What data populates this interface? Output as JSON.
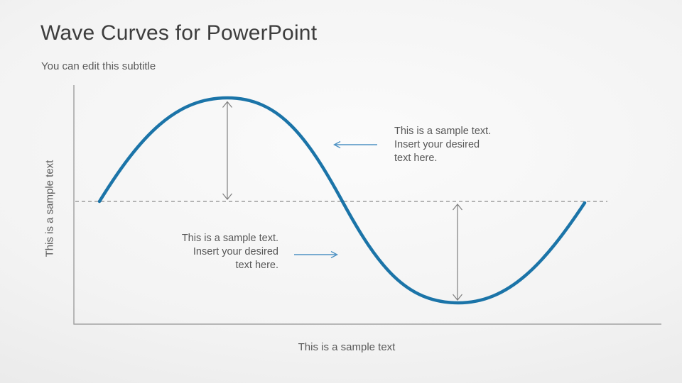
{
  "title": "Wave Curves for PowerPoint",
  "subtitle": "You can edit this subtitle",
  "chart": {
    "y_axis_label": "This is a sample text",
    "x_axis_label": "This is a sample text",
    "figure_type": "sine-wave with amplitude markers",
    "wave_points": {
      "start_on_midline": [
        140,
        284
      ],
      "peak": [
        320,
        138
      ],
      "zero_crossing": [
        482,
        284
      ],
      "trough": [
        645,
        427
      ],
      "end_near_midline": [
        823,
        286
      ]
    }
  },
  "annotations": {
    "top": {
      "line1": "This is a sample text.",
      "line2": "Insert your desired",
      "line3": "text here."
    },
    "bottom": {
      "line1": "This is a sample text.",
      "line2": "Insert your desired",
      "line3": "text here."
    }
  },
  "colors": {
    "wave": "#1b74a8",
    "annotation_arrow": "#4e92c3",
    "amplitude_arrow": "#7f7f7f",
    "axis": "#a3a3a3",
    "midline": "#8c8c8c",
    "title_text": "#3d3d3d",
    "body_text": "#595959"
  }
}
